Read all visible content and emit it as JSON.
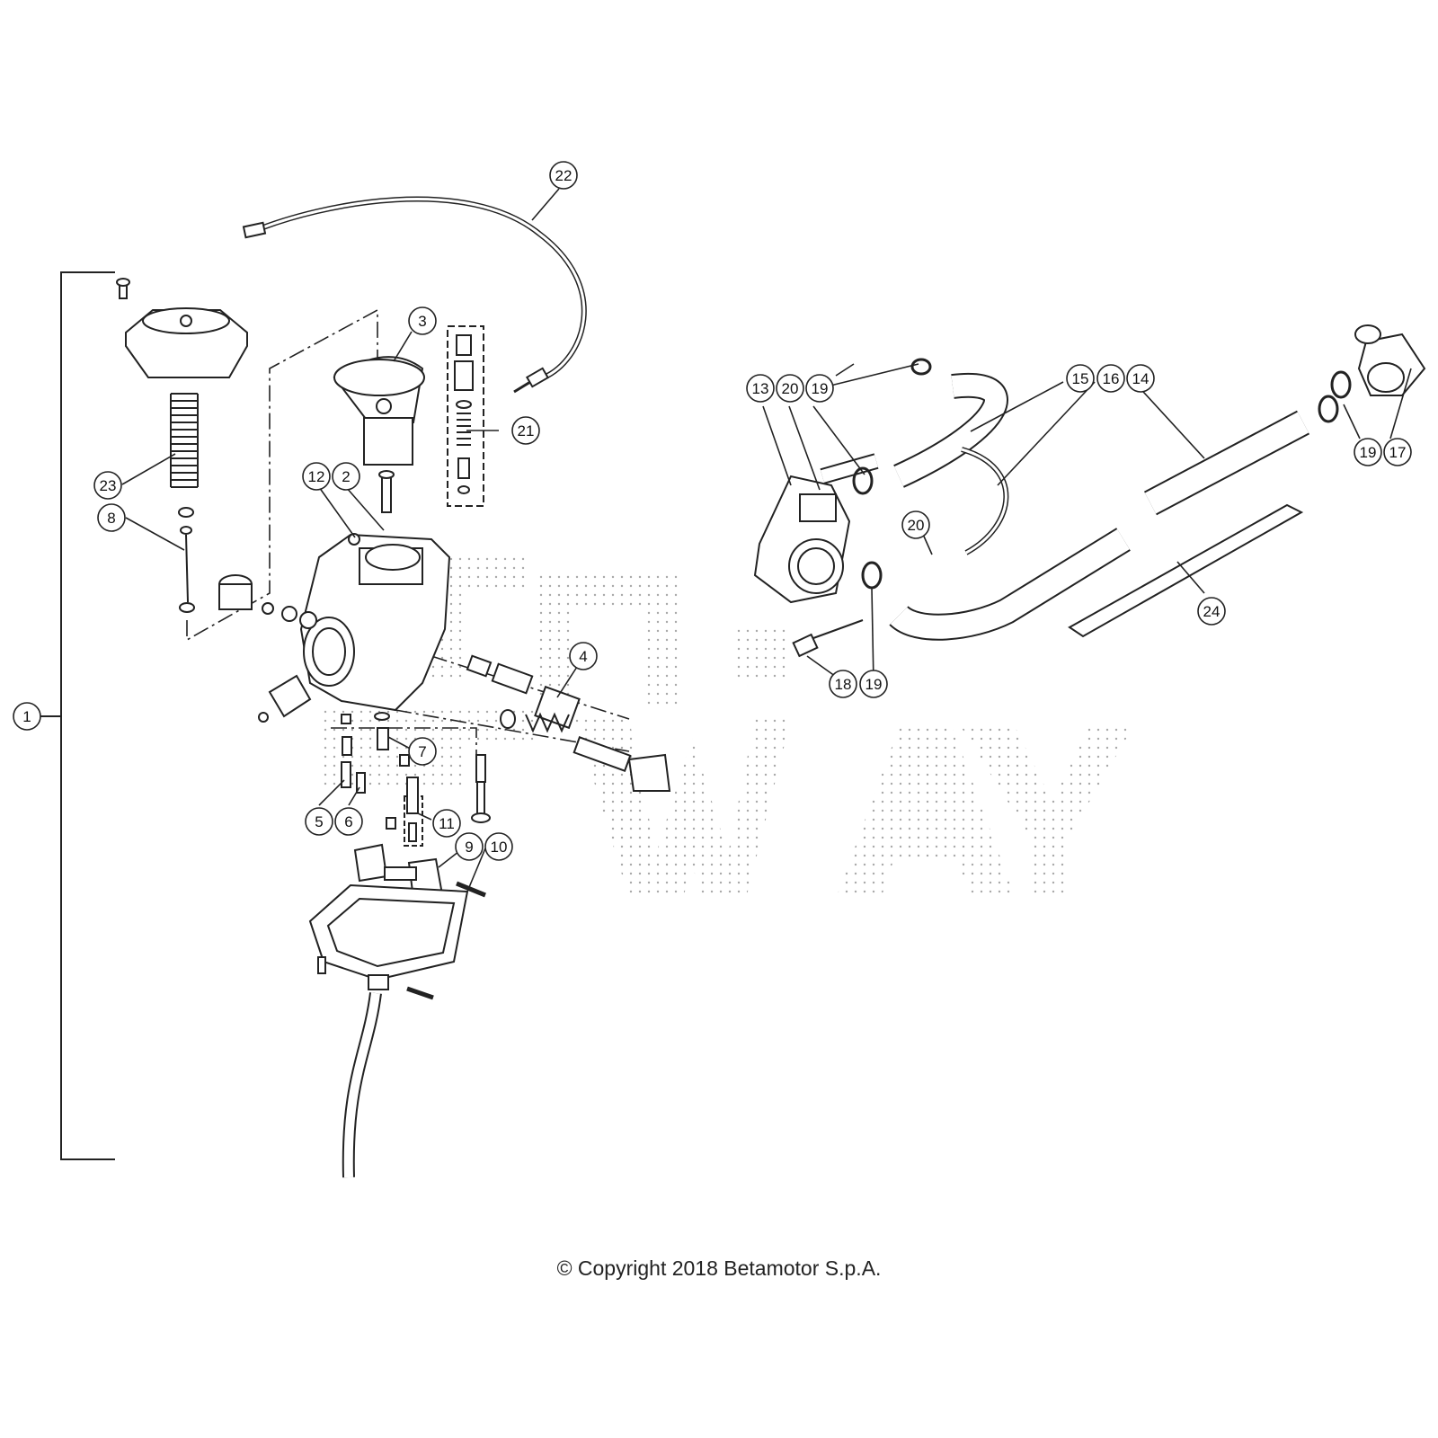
{
  "callouts": [
    "1",
    "2",
    "3",
    "4",
    "5",
    "6",
    "7",
    "8",
    "9",
    "10",
    "11",
    "12",
    "13",
    "14",
    "15",
    "16",
    "17",
    "18",
    "19",
    "20",
    "21",
    "22",
    "23",
    "24"
  ],
  "callout_19_repeat": "19",
  "callout_20_repeat": "20",
  "watermark_dots_color": "#9a9a9a",
  "line_color": "#222222",
  "copyright": "© Copyright 2018 Betamotor S.p.A."
}
